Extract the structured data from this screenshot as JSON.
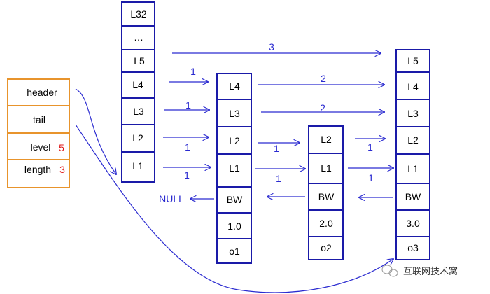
{
  "header_struct": {
    "fields": [
      "header",
      "tail",
      "level",
      "length"
    ],
    "level_value": "5",
    "length_value": "3"
  },
  "level_column": [
    "L32",
    "…",
    "L5",
    "L4",
    "L3",
    "L2",
    "L1"
  ],
  "nodes": [
    {
      "levels": [
        "L4",
        "L3",
        "L2",
        "L1"
      ],
      "backward": "BW",
      "score": "1.0",
      "obj": "o1"
    },
    {
      "levels": [
        "L2",
        "L1"
      ],
      "backward": "BW",
      "score": "2.0",
      "obj": "o2"
    },
    {
      "levels": [
        "L5",
        "L4",
        "L3",
        "L2",
        "L1"
      ],
      "backward": "BW",
      "score": "3.0",
      "obj": "o3"
    }
  ],
  "spans": {
    "L5": "3",
    "L4": [
      "1",
      "2"
    ],
    "L3": [
      "1",
      "2"
    ],
    "L2": [
      "1",
      "1",
      "1"
    ],
    "L1": [
      "1",
      "1",
      "1"
    ]
  },
  "null_label": "NULL",
  "watermark": "互联网技术窝",
  "colors": {
    "box_blue": "#1a1aa8",
    "header_orange": "#e8942c",
    "accent_red": "#e01818",
    "arrow_blue": "#2a2ad0"
  }
}
